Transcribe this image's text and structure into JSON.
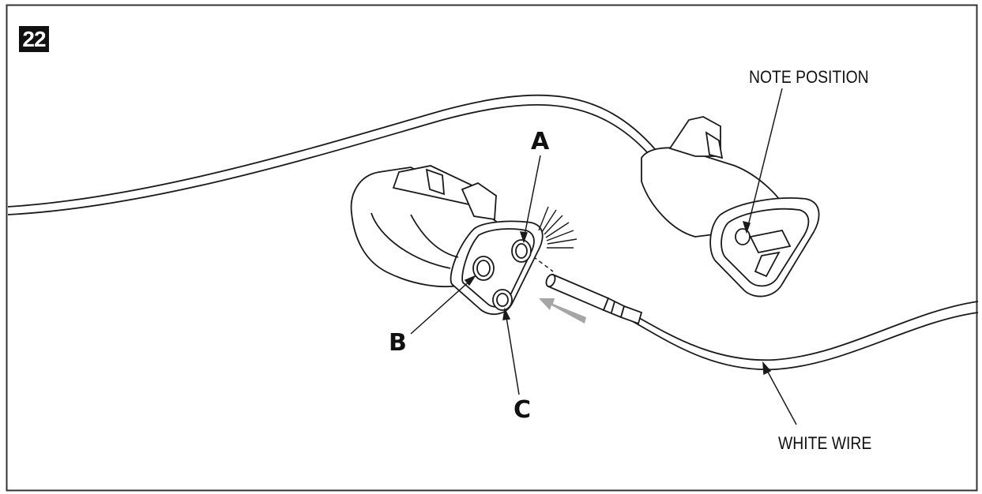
{
  "step_number": "22",
  "callouts": {
    "a": "A",
    "b": "B",
    "c": "C"
  },
  "annotations": {
    "note_position": "NOTE POSITION",
    "white_wire": "WHITE WIRE"
  },
  "colors": {
    "line": "#1a1a1a",
    "arrow_fill": "#a6a6a6",
    "connector_shade": "#e8e8e8",
    "background": "#ffffff"
  }
}
